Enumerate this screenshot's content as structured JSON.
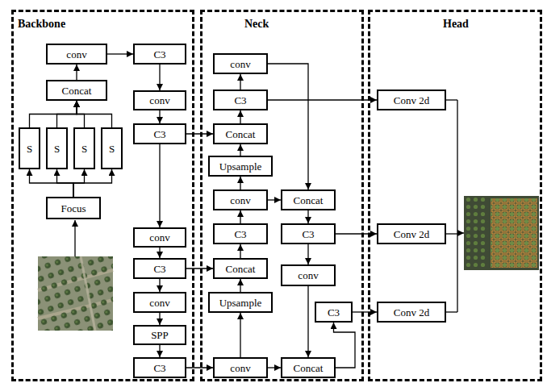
{
  "diagram": {
    "nodes": [
      {
        "text": [
          "Backbone"
        ]
      },
      {
        "text": [
          "conv"
        ],
        "in": 0
      },
      {
        "text": [
          "C3"
        ],
        "in": 0
      },
      {
        "text": [
          "Concat"
        ],
        "in": 0
      },
      {
        "text": [
          "S"
        ],
        "in": 0
      },
      {
        "text": [
          "S"
        ],
        "in": 0
      },
      {
        "text": [
          "S"
        ],
        "in": 0
      },
      {
        "text": [
          "S"
        ],
        "in": 0
      },
      {
        "text": [
          "Focus"
        ],
        "in": 0
      },
      {
        "text": [
          "conv"
        ],
        "in": 0
      },
      {
        "text": [
          "C3"
        ],
        "in": 0
      },
      {
        "text": [
          "conv"
        ],
        "in": 0
      },
      {
        "text": [
          "C3"
        ],
        "in": 0
      },
      {
        "text": [
          "conv"
        ],
        "in": 0
      },
      {
        "text": [
          "SPP"
        ],
        "in": 0
      },
      {
        "text": [
          "C3"
        ],
        "in": 0
      },
      {
        "text": [
          "Neck"
        ]
      },
      {
        "text": [
          "conv"
        ],
        "in": 16
      },
      {
        "text": [
          "C3"
        ],
        "in": 16
      },
      {
        "text": [
          "Concat"
        ],
        "in": 16
      },
      {
        "text": [
          "Upsample"
        ],
        "in": 16
      },
      {
        "text": [
          "conv"
        ],
        "in": 16
      },
      {
        "text": [
          "C3"
        ],
        "in": 16
      },
      {
        "text": [
          "Concat"
        ],
        "in": 16
      },
      {
        "text": [
          "Upsample"
        ],
        "in": 16
      },
      {
        "text": [
          "conv"
        ],
        "in": 16
      },
      {
        "text": [
          "Concat"
        ],
        "in": 16
      },
      {
        "text": [
          "C3"
        ],
        "in": 16
      },
      {
        "text": [
          "conv"
        ],
        "in": 16
      },
      {
        "text": [
          "C3"
        ],
        "in": 16
      },
      {
        "text": [
          "Concat"
        ],
        "in": 16
      },
      {
        "text": [
          "Head"
        ]
      },
      {
        "text": [
          "Conv 2d"
        ],
        "in": 31
      },
      {
        "text": [
          "Conv 2d"
        ],
        "in": 31
      },
      {
        "text": [
          "Conv 2d"
        ],
        "in": 31
      }
    ],
    "edges": [
      {
        "from": 8,
        "to": 4,
        "arrow": "to"
      },
      {
        "from": 8,
        "to": 5,
        "arrow": "to"
      },
      {
        "from": 8,
        "to": 6,
        "arrow": "to"
      },
      {
        "from": 8,
        "to": 7,
        "arrow": "to"
      },
      {
        "from": 4,
        "to": 3,
        "arrow": "to"
      },
      {
        "from": 5,
        "to": 3,
        "arrow": "to"
      },
      {
        "from": 6,
        "to": 3,
        "arrow": "to"
      },
      {
        "from": 7,
        "to": 3,
        "arrow": "to"
      },
      {
        "from": 3,
        "to": 1,
        "arrow": "to"
      },
      {
        "from": 1,
        "to": 2,
        "arrow": "to"
      },
      {
        "from": 2,
        "to": 9,
        "arrow": "to"
      },
      {
        "from": 9,
        "to": 10,
        "arrow": "to"
      },
      {
        "from": 10,
        "to": 11,
        "arrow": "to"
      },
      {
        "from": 11,
        "to": 12,
        "arrow": "to"
      },
      {
        "from": 12,
        "to": 13,
        "arrow": "to"
      },
      {
        "from": 13,
        "to": 14,
        "arrow": "to"
      },
      {
        "from": 14,
        "to": 15,
        "arrow": "to"
      },
      {
        "from": 10,
        "to": 19,
        "arrow": "to"
      },
      {
        "from": 12,
        "to": 23,
        "arrow": "to"
      },
      {
        "from": 15,
        "to": 25,
        "arrow": "to"
      },
      {
        "from": 25,
        "to": 24,
        "arrow": "to"
      },
      {
        "from": 24,
        "to": 23,
        "arrow": "to"
      },
      {
        "from": 23,
        "to": 22,
        "arrow": "to"
      },
      {
        "from": 22,
        "to": 21,
        "arrow": "to"
      },
      {
        "from": 21,
        "to": 20,
        "arrow": "to"
      },
      {
        "from": 20,
        "to": 19,
        "arrow": "to"
      },
      {
        "from": 19,
        "to": 18,
        "arrow": "to"
      },
      {
        "from": 18,
        "to": 17,
        "arrow": "to"
      },
      {
        "from": 17,
        "to": 26,
        "arrow": "to"
      },
      {
        "from": 21,
        "to": 26,
        "arrow": "to"
      },
      {
        "from": 26,
        "to": 27,
        "arrow": "to"
      },
      {
        "from": 27,
        "to": 28,
        "arrow": "to"
      },
      {
        "from": 28,
        "to": 30,
        "arrow": "to"
      },
      {
        "from": 25,
        "to": 30,
        "arrow": "to"
      },
      {
        "from": 30,
        "to": 29,
        "arrow": "to"
      },
      {
        "from": 18,
        "to": 32,
        "arrow": "to"
      },
      {
        "from": 27,
        "to": 33,
        "arrow": "to"
      },
      {
        "from": 29,
        "to": 34,
        "arrow": "to"
      }
    ]
  }
}
